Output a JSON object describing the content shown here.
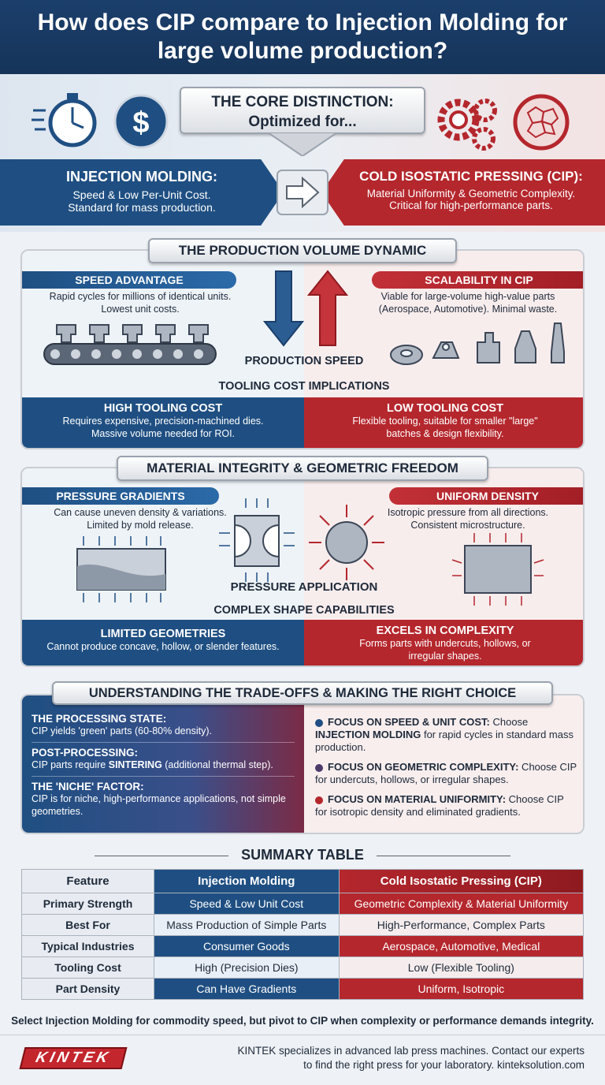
{
  "title": "How does CIP compare to Injection Molding for large volume production?",
  "core": {
    "heading": "THE CORE DISTINCTION:",
    "subheading": "Optimized for..."
  },
  "im": {
    "title": "INJECTION MOLDING:",
    "line1": "Speed & Low Per-Unit Cost.",
    "line2": "Standard for mass production."
  },
  "cip": {
    "title": "COLD ISOSTATIC PRESSING (CIP):",
    "line1": "Material Uniformity & Geometric Complexity.",
    "line2": "Critical for high-performance parts."
  },
  "volume": {
    "heading": "THE PRODUCTION VOLUME DYNAMIC",
    "left_title": "SPEED ADVANTAGE",
    "left_line1": "Rapid cycles for millions of identical units.",
    "left_line2": "Lowest unit costs.",
    "right_title": "SCALABILITY IN CIP",
    "right_line1": "Viable for large-volume high-value parts",
    "right_line2": "(Aerospace, Automotive). Minimal waste.",
    "center_label": "PRODUCTION SPEED",
    "sub_heading": "TOOLING COST IMPLICATIONS",
    "bl_title": "HIGH TOOLING COST",
    "bl_line1": "Requires expensive, precision-machined dies.",
    "bl_line2": "Massive volume needed for ROI.",
    "br_title": "LOW TOOLING COST",
    "br_line1": "Flexible tooling, suitable for smaller \"large\"",
    "br_line2": "batches & design flexibility."
  },
  "material": {
    "heading": "MATERIAL INTEGRITY & GEOMETRIC FREEDOM",
    "left_title": "PRESSURE GRADIENTS",
    "left_line1": "Can cause uneven density & variations.",
    "left_line2": "Limited by mold release.",
    "right_title": "UNIFORM DENSITY",
    "right_line1": "Isotropic pressure from all directions.",
    "right_line2": "Consistent microstructure.",
    "center_label": "PRESSURE APPLICATION",
    "sub_heading": "COMPLEX SHAPE CAPABILITIES",
    "bl_title": "LIMITED GEOMETRIES",
    "bl_line1": "Cannot produce concave, hollow, or slender features.",
    "br_title": "EXCELS IN COMPLEXITY",
    "br_line1": "Forms parts with undercuts, hollows, or",
    "br_line2": "irregular shapes."
  },
  "tradeoffs": {
    "heading": "UNDERSTANDING THE TRADE-OFFS & MAKING THE RIGHT CHOICE",
    "left": [
      {
        "title": "THE PROCESSING STATE:",
        "text": "CIP yields 'green' parts (60-80% density)."
      },
      {
        "title": "POST-PROCESSING:",
        "text_a": "CIP parts require ",
        "text_b": "SINTERING",
        "text_c": " (additional thermal step)."
      },
      {
        "title": "THE 'NICHE' FACTOR:",
        "text": "CIP is for niche, high-performance applications, not simple geometries."
      }
    ],
    "right": [
      {
        "lead": "FOCUS ON SPEED & UNIT COST:",
        "text_a": " Choose ",
        "bold": "INJECTION MOLDING",
        "text_b": " for rapid cycles in standard mass production.",
        "color": "#1f4f82"
      },
      {
        "lead": "FOCUS ON GEOMETRIC COMPLEXITY:",
        "text_a": " Choose CIP for undercuts, hollows, or irregular shapes.",
        "color": "#4a3b6b"
      },
      {
        "lead": "FOCUS ON MATERIAL UNIFORMITY:",
        "text_a": " Choose CIP for isotropic density and eliminated gradients.",
        "color": "#b4272d"
      }
    ]
  },
  "summary": {
    "heading": "SUMMARY TABLE",
    "headers": [
      "Feature",
      "Injection Molding",
      "Cold Isostatic Pressing (CIP)"
    ],
    "rows": [
      [
        "Primary Strength",
        "Speed & Low Unit Cost",
        "Geometric Complexity & Material Uniformity"
      ],
      [
        "Best For",
        "Mass Production of Simple Parts",
        "High-Performance, Complex Parts"
      ],
      [
        "Typical Industries",
        "Consumer Goods",
        "Aerospace, Automotive, Medical"
      ],
      [
        "Tooling Cost",
        "High (Precision Dies)",
        "Low (Flexible Tooling)"
      ],
      [
        "Part Density",
        "Can Have Gradients",
        "Uniform, Isotropic"
      ]
    ],
    "conclusion": "Select Injection Molding for commodity speed, but pivot to CIP when complexity or performance demands integrity."
  },
  "footer": {
    "logo": "KINTEK",
    "line1": "KINTEK specializes in advanced lab press machines. Contact our experts",
    "line2": "to find the right press for your laboratory. kinteksolution.com"
  },
  "colors": {
    "blue": "#1f4f82",
    "red": "#b4272d",
    "navy": "#163459"
  },
  "icons": [
    "stopwatch-icon",
    "dollar-icon",
    "gears-icon",
    "microstructure-icon",
    "arrow-right-icon",
    "arrow-down-icon",
    "arrow-up-icon"
  ]
}
